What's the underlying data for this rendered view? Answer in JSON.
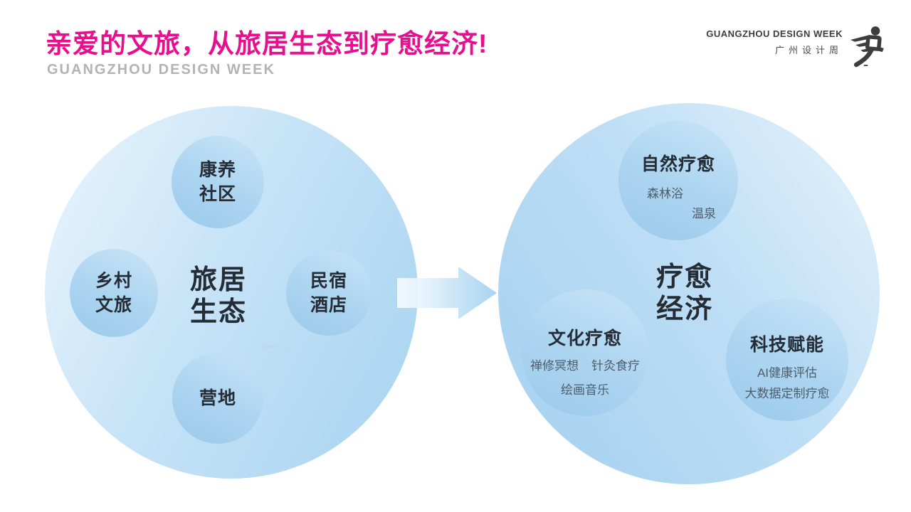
{
  "slide": {
    "title": "亲爱的文旅，从旅居生态到疗愈经济!",
    "subtitle": "GUANGZHOU DESIGN WEEK"
  },
  "logo": {
    "name_en": "GUANGZHOU DESIGN WEEK",
    "name_zh": "广州设计周"
  },
  "colors": {
    "brand_pink": "#e80f8f",
    "subtitle_gray": "#b3b3b3",
    "label_dark": "#242c35",
    "sublabel_gray": "#4e5d6a",
    "bubble_light": "#eaf5fd",
    "bubble_deep": "#a3d0ef"
  },
  "diagram": {
    "left_cluster": {
      "center_lines": [
        "旅居",
        "生态"
      ],
      "satellites": {
        "top": {
          "lines": [
            "康养",
            "社区"
          ]
        },
        "left": {
          "lines": [
            "乡村",
            "文旅"
          ]
        },
        "right": {
          "lines": [
            "民宿",
            "酒店"
          ]
        },
        "bottom": {
          "lines": [
            "营地"
          ]
        }
      }
    },
    "right_cluster": {
      "center_lines": [
        "疗愈",
        "经济"
      ],
      "satellites": {
        "top": {
          "title": "自然疗愈",
          "items": [
            "森林浴",
            "温泉"
          ]
        },
        "bottom_left": {
          "title": "文化疗愈",
          "items": [
            "禅修冥想",
            "针灸食疗",
            "绘画音乐"
          ]
        },
        "bottom_right": {
          "title": "科技赋能",
          "items": [
            "AI健康评估",
            "大数据定制疗愈"
          ]
        }
      }
    }
  }
}
